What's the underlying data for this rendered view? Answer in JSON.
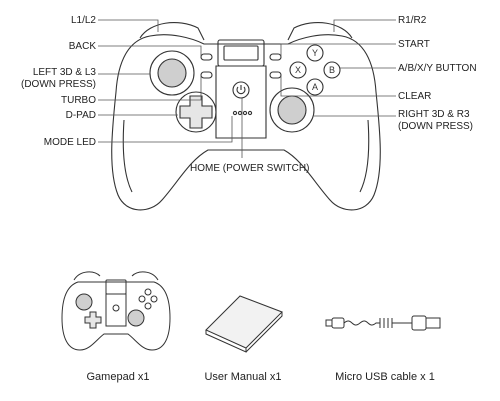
{
  "callouts": {
    "left": {
      "l1l2": "L1/L2",
      "back": "BACK",
      "left_stick_line1": "LEFT 3D & L3",
      "left_stick_line2": "(DOWN PRESS)",
      "turbo": "TURBO",
      "dpad": "D-PAD",
      "mode_led": "MODE LED"
    },
    "right": {
      "r1r2": "R1/R2",
      "start": "START",
      "abxy": "A/B/X/Y BUTTON",
      "clear": "CLEAR",
      "right_stick_line1": "RIGHT 3D & R3",
      "right_stick_line2": "(DOWN PRESS)"
    },
    "bottom": {
      "home": "HOME (POWER SWITCH)"
    }
  },
  "face_buttons": {
    "y": "Y",
    "x": "X",
    "b": "B",
    "a": "A"
  },
  "package_contents": [
    {
      "caption": "Gamepad x1",
      "icon": "gamepad"
    },
    {
      "caption": "User Manual x1",
      "icon": "manual"
    },
    {
      "caption": "Micro USB cable x 1",
      "icon": "usb-cable"
    }
  ],
  "colors": {
    "line": "#333333",
    "background": "#ffffff"
  }
}
